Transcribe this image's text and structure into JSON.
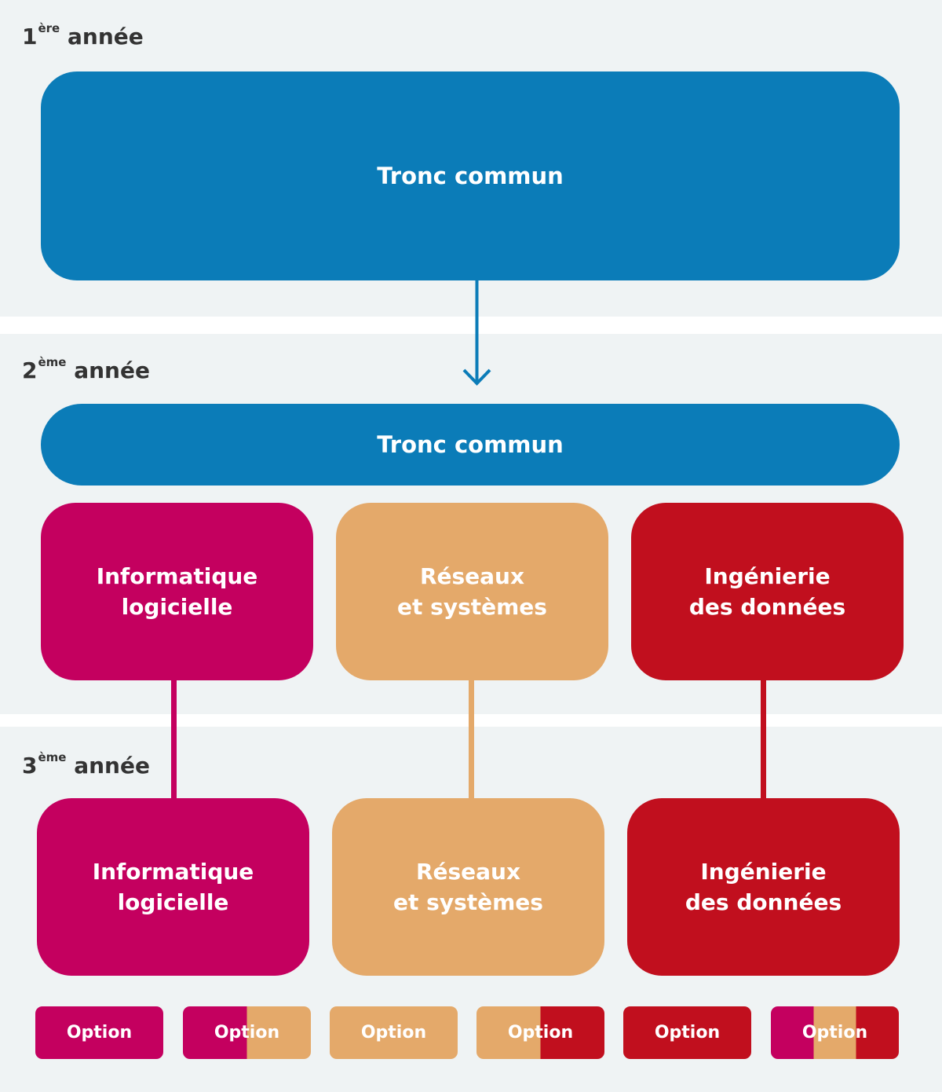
{
  "colors": {
    "tronc": "#0b7cb8",
    "informatique": "#c4005f",
    "reseaux": "#e4a96a",
    "ingenierie": "#c10f1e",
    "band": "#eff3f4",
    "year_text": "#333333"
  },
  "years": [
    {
      "num": "1",
      "sup": "ère",
      "label": "année"
    },
    {
      "num": "2",
      "sup": "ème",
      "label": "année"
    },
    {
      "num": "3",
      "sup": "ème",
      "label": "année"
    }
  ],
  "year1": {
    "tronc": "Tronc commun"
  },
  "year2": {
    "tronc": "Tronc commun",
    "tracks": [
      {
        "line1": "Informatique",
        "line2": "logicielle"
      },
      {
        "line1": "Réseaux",
        "line2": "et systèmes"
      },
      {
        "line1": "Ingénierie",
        "line2": "des données"
      }
    ]
  },
  "year3": {
    "tracks": [
      {
        "line1": "Informatique",
        "line2": "logicielle"
      },
      {
        "line1": "Réseaux",
        "line2": "et systèmes"
      },
      {
        "line1": "Ingénierie",
        "line2": "des données"
      }
    ]
  },
  "options": [
    {
      "label": "Option",
      "colors": [
        "informatique"
      ]
    },
    {
      "label": "Option",
      "colors": [
        "informatique",
        "reseaux"
      ]
    },
    {
      "label": "Option",
      "colors": [
        "reseaux"
      ]
    },
    {
      "label": "Option",
      "colors": [
        "reseaux",
        "ingenierie"
      ]
    },
    {
      "label": "Option",
      "colors": [
        "ingenierie"
      ]
    },
    {
      "label": "Option",
      "colors": [
        "informatique",
        "reseaux",
        "ingenierie"
      ]
    }
  ]
}
